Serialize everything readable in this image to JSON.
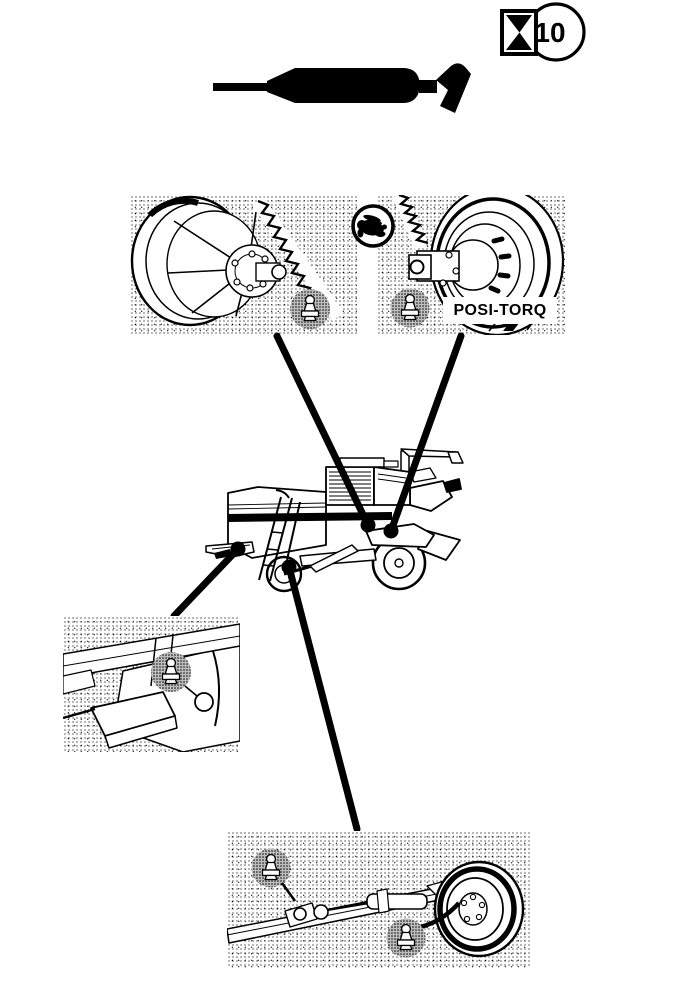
{
  "figure": {
    "type": "combine-lubrication-diagram",
    "ink_color": "#000000",
    "paper_color": "#ffffff",
    "grease_icon_fill": "#bdbdbd"
  },
  "service_badge": {
    "hours": "10",
    "icon": "hourglass-icon",
    "meaning": "service interval symbol"
  },
  "tool": {
    "icon": "grease-gun-icon"
  },
  "labels": {
    "posi_torq": "POSI-TORQ"
  },
  "symbols": {
    "speed_icon": "rabbit-icon",
    "grease_point_icon": "grease-fitting-icon"
  },
  "panels": [
    {
      "id": "belt-drive-pulley",
      "grease_points": 1
    },
    {
      "id": "posi-torq-variator",
      "grease_points": 1,
      "label": "POSI-TORQ"
    },
    {
      "id": "operator-platform",
      "grease_points": 1
    },
    {
      "id": "steering-axle",
      "grease_points": 2
    }
  ],
  "center_illustration": {
    "id": "combine-harvester",
    "leader_lines": 4
  }
}
